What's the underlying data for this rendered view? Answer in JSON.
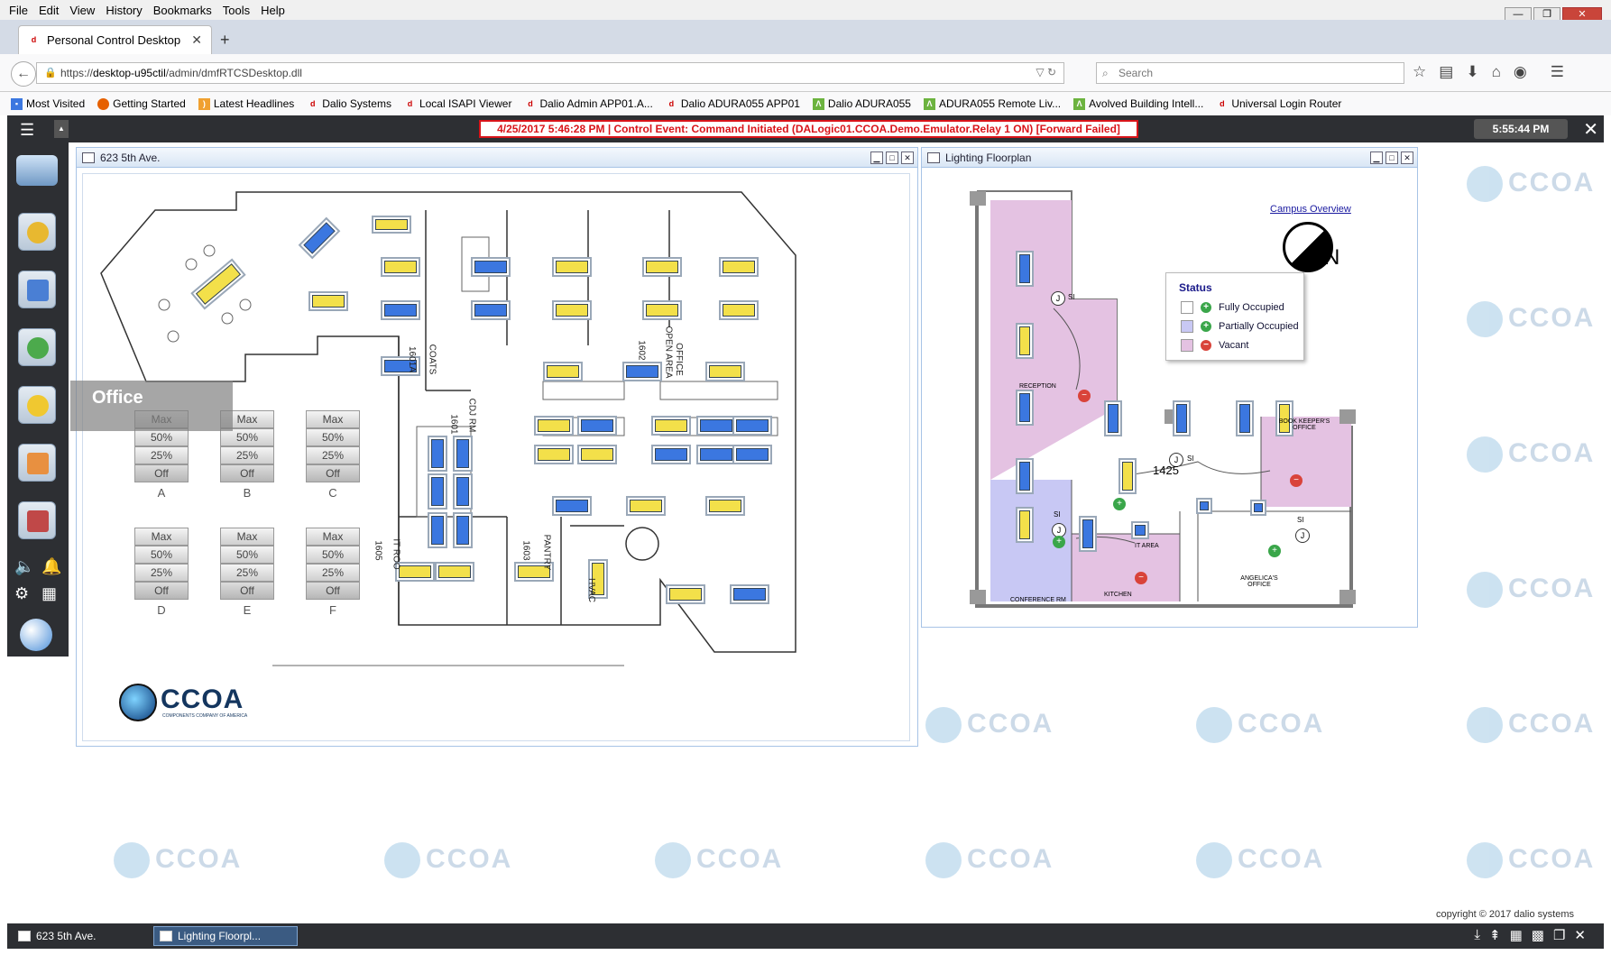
{
  "menu": [
    "File",
    "Edit",
    "View",
    "History",
    "Bookmarks",
    "Tools",
    "Help"
  ],
  "tab": {
    "title": "Personal Control Desktop",
    "close": "✕",
    "new": "+"
  },
  "url": {
    "prefix": "https://",
    "host": "desktop-u95ctil",
    "path": "/admin/dmfRTCSDesktop.dll"
  },
  "search": {
    "placeholder": "Search"
  },
  "bookmarks": [
    "Most Visited",
    "Getting Started",
    "Latest Headlines",
    "Dalio Systems",
    "Local ISAPI Viewer",
    "Dalio Admin APP01.A...",
    "Dalio ADURA055 APP01",
    "Dalio ADURA055",
    "ADURA055 Remote Liv...",
    "Avolved Building Intell...",
    "Universal Login Router"
  ],
  "app": {
    "alert": "4/25/2017 5:46:28 PM | Control Event: Command Initiated (DALogic01.CCOA.Demo.Emulator.Relay 1 ON) [Forward Failed]",
    "clock": "5:55:44 PM",
    "office_label": "Office"
  },
  "win1": {
    "title": "623 5th Ave."
  },
  "win2": {
    "title": "Lighting Floorplan"
  },
  "light_groups": [
    {
      "letter": "A",
      "levels": [
        "Max",
        "50%",
        "25%",
        "Off"
      ]
    },
    {
      "letter": "B",
      "levels": [
        "Max",
        "50%",
        "25%",
        "Off"
      ]
    },
    {
      "letter": "C",
      "levels": [
        "Max",
        "50%",
        "25%",
        "Off"
      ]
    },
    {
      "letter": "D",
      "levels": [
        "Max",
        "50%",
        "25%",
        "Off"
      ]
    },
    {
      "letter": "E",
      "levels": [
        "Max",
        "50%",
        "25%",
        "Off"
      ]
    },
    {
      "letter": "F",
      "levels": [
        "Max",
        "50%",
        "25%",
        "Off"
      ]
    }
  ],
  "floor1": {
    "labels": [
      "COATS",
      "1601A",
      "1601",
      "CDJ RM",
      "1602",
      "OPEN AREA",
      "OFFICE",
      "1605",
      "IT ROO",
      "1603",
      "PANTRY",
      "HVAC"
    ],
    "logo": "CCOA",
    "logo_sub": "COMPONENTS COMPANY OF AMERICA"
  },
  "floor2": {
    "campus_link": "Campus Overview",
    "north": "N",
    "rooms": [
      "RECEPTION",
      "BOOK KEEPER'S OFFICE",
      "1425",
      "IT AREA",
      "CONFERENCE RM",
      "KITCHEN",
      "ANGELICA'S OFFICE"
    ],
    "sensor_j": "J",
    "sensor_si": "SI"
  },
  "legend": {
    "title": "Status",
    "items": [
      {
        "label": "Fully Occupied",
        "color": "#ffffff",
        "icon": "+",
        "icon_color": "#3aa64a"
      },
      {
        "label": "Partially Occupied",
        "color": "#c8c8f4",
        "icon": "+",
        "icon_color": "#3aa64a"
      },
      {
        "label": "Vacant",
        "color": "#e4c2e2",
        "icon": "−",
        "icon_color": "#d9433a"
      }
    ]
  },
  "taskbar": {
    "items": [
      "623 5th Ave.",
      "Lighting Floorpl..."
    ]
  },
  "copyright": "copyright © 2017 dalio systems",
  "watermark": "CCOA",
  "colors": {
    "fixture_on": "#f3e04a",
    "fixture_off": "#3b77e0",
    "alert": "#d9141a",
    "vacant": "#e4c2e2",
    "partial": "#c8c8f4"
  }
}
